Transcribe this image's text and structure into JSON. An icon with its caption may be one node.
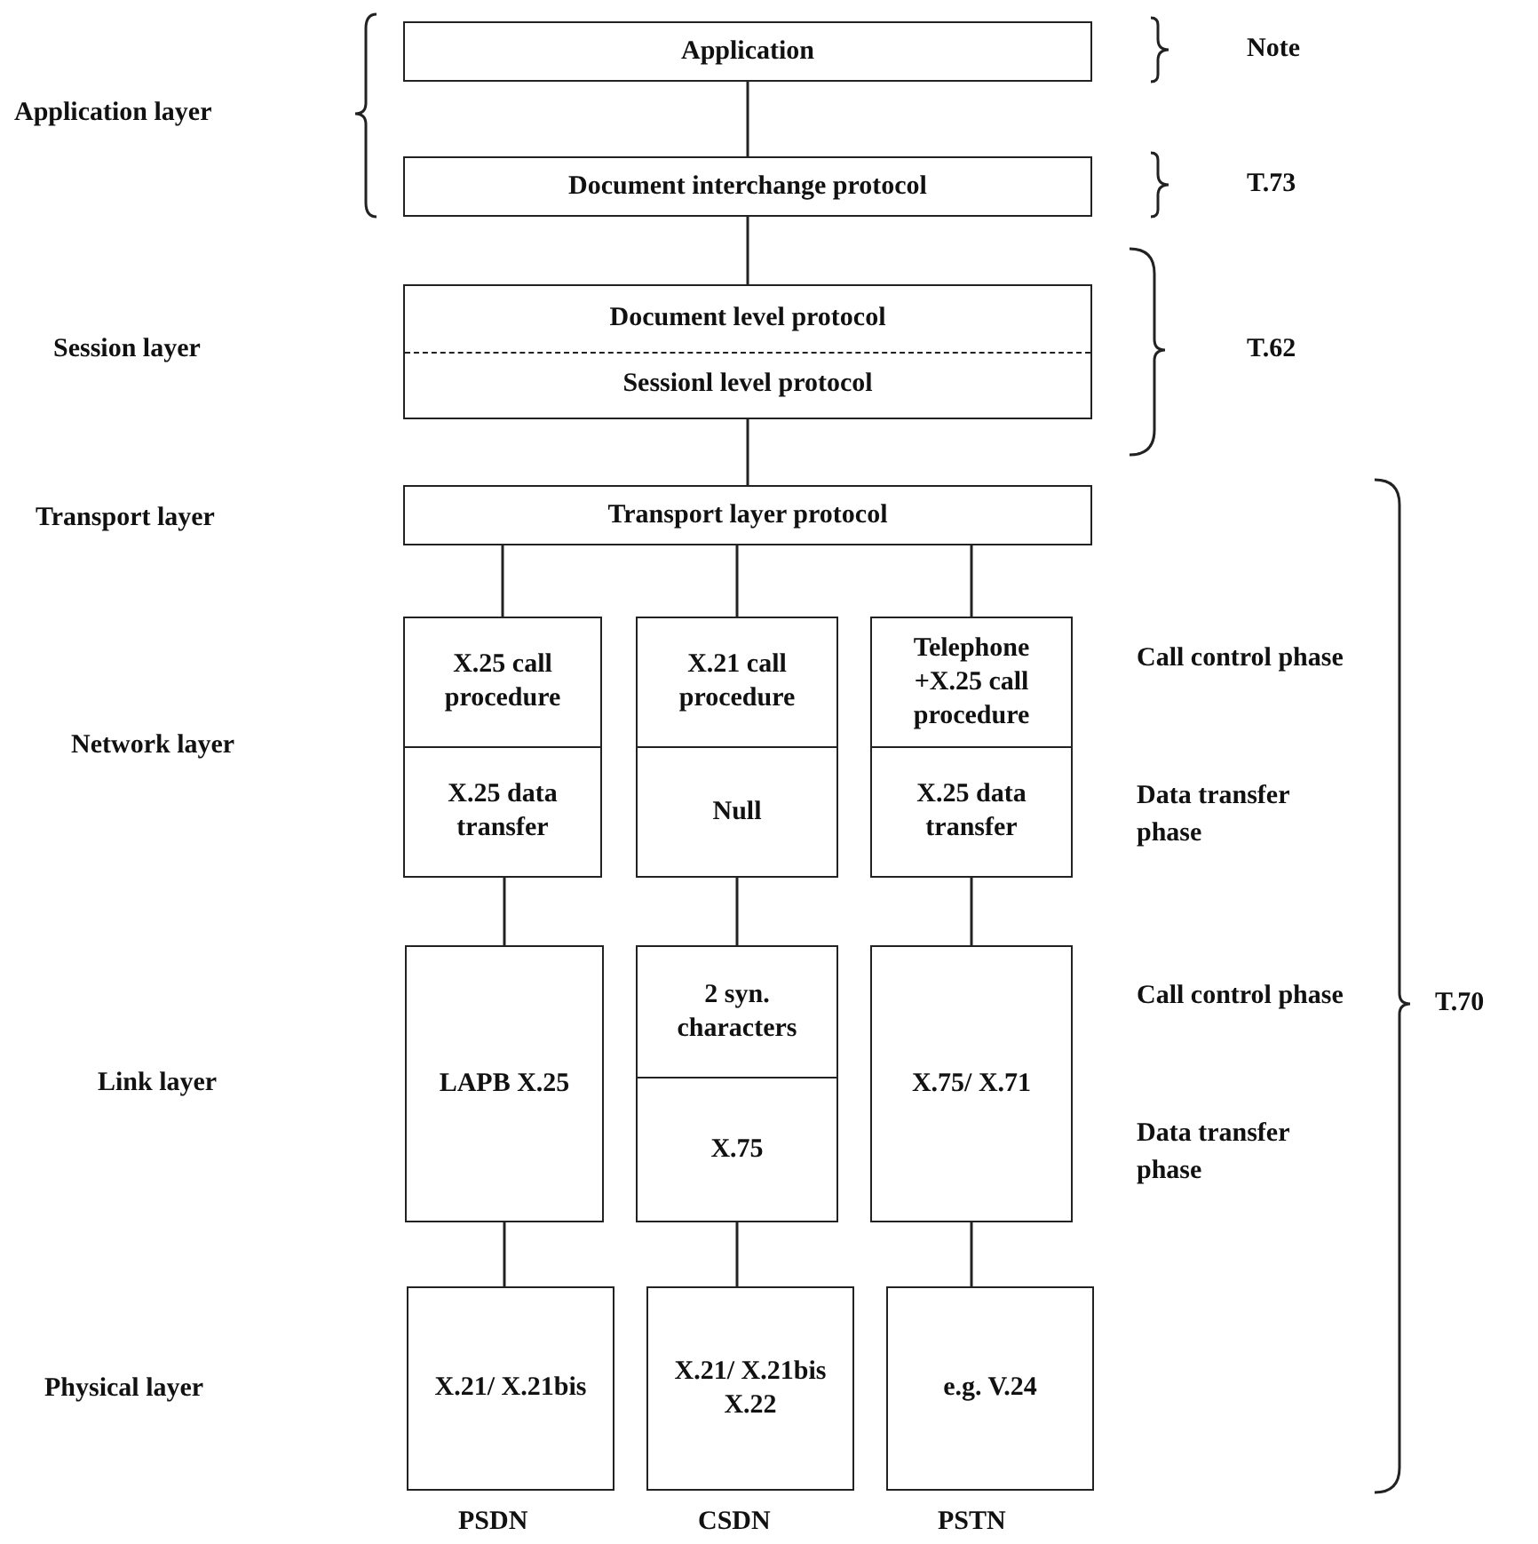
{
  "diagram": {
    "nodes": [
      {
        "text": [
          "Application"
        ]
      },
      {
        "text": [
          "Document interchange protocol"
        ]
      },
      {
        "text": [
          "Document level protocol",
          "Sessionl level protocol"
        ]
      },
      {
        "text": [
          "Transport layer protocol"
        ]
      },
      {
        "text": [
          "X.25 call procedure"
        ]
      },
      {
        "text": [
          "X.25 data transfer"
        ]
      },
      {
        "text": [
          "X.21 call procedure"
        ]
      },
      {
        "text": [
          "Null"
        ]
      },
      {
        "text": [
          "Telephone +X.25 call procedure"
        ]
      },
      {
        "text": [
          "X.25 data transfer"
        ]
      },
      {
        "text": [
          "LAPB X.25"
        ]
      },
      {
        "text": [
          "2 syn. characters"
        ]
      },
      {
        "text": [
          "X.75"
        ]
      },
      {
        "text": [
          "X.75/ X.71"
        ]
      },
      {
        "text": [
          "X.21/ X.21bis"
        ]
      },
      {
        "text": [
          "X.21/ X.21bis X.22"
        ]
      },
      {
        "text": [
          "e.g. V.24"
        ]
      }
    ],
    "edges": [
      {
        "from": 0,
        "to": 1,
        "arrow": "none"
      },
      {
        "from": 1,
        "to": 2,
        "arrow": "none"
      },
      {
        "from": 2,
        "to": 3,
        "arrow": "none"
      },
      {
        "from": 3,
        "to": 4,
        "arrow": "none"
      },
      {
        "from": 3,
        "to": 6,
        "arrow": "none"
      },
      {
        "from": 3,
        "to": 8,
        "arrow": "none"
      },
      {
        "from": 5,
        "to": 10,
        "arrow": "none"
      },
      {
        "from": 7,
        "to": 11,
        "arrow": "none"
      },
      {
        "from": 9,
        "to": 13,
        "arrow": "none"
      },
      {
        "from": 10,
        "to": 14,
        "arrow": "none"
      },
      {
        "from": 12,
        "to": 15,
        "arrow": "none"
      },
      {
        "from": 13,
        "to": 16,
        "arrow": "none"
      }
    ],
    "labels": [
      "Application layer",
      "Note",
      "T.73",
      "Session layer",
      "T.62",
      "Transport layer",
      "Call control phase",
      "Network layer",
      "Data transfer phase",
      "T.70",
      "Call control phase",
      "Link layer",
      "Data transfer phase",
      "Physical layer",
      "PSDN",
      "CSDN",
      "PSTN"
    ]
  }
}
